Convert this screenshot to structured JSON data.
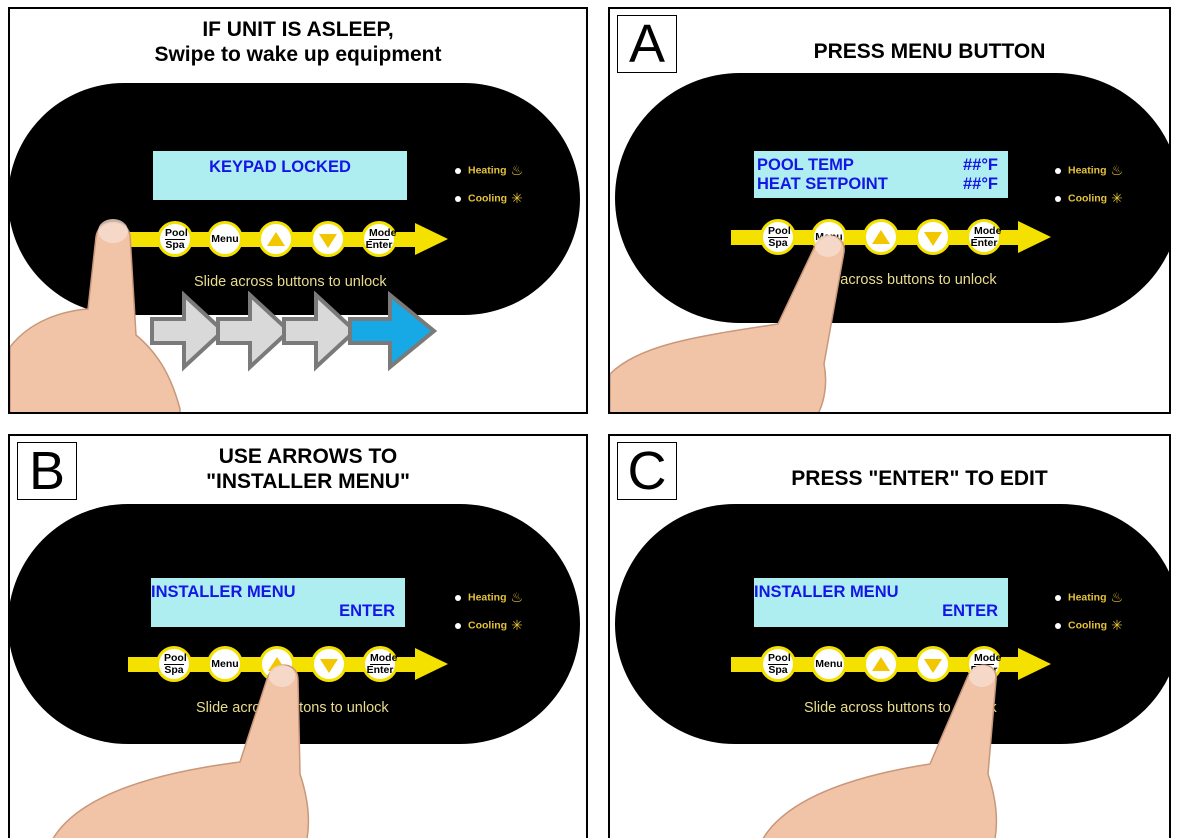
{
  "panels": [
    {
      "title": "IF UNIT IS ASLEEP,\nSwipe to wake up equipment",
      "step": "",
      "lcd": [
        [
          "KEYPAD LOCKED",
          ""
        ]
      ]
    },
    {
      "title": "PRESS MENU BUTTON",
      "step": "A",
      "lcd": [
        [
          "POOL TEMP",
          "##°F"
        ],
        [
          "HEAT SETPOINT",
          "##°F"
        ]
      ]
    },
    {
      "title": "USE ARROWS TO\n\"INSTALLER MENU\"",
      "step": "B",
      "lcd": [
        [
          "INSTALLER MENU",
          ""
        ],
        [
          "",
          "ENTER"
        ]
      ]
    },
    {
      "title": "PRESS \"ENTER\" TO EDIT",
      "step": "C",
      "lcd": [
        [
          "INSTALLER MENU",
          ""
        ],
        [
          "",
          "ENTER"
        ]
      ]
    }
  ],
  "keypad": {
    "buttons": [
      {
        "id": "pool-spa",
        "top": "Pool",
        "bottom": "Spa"
      },
      {
        "id": "menu",
        "label": "Menu"
      },
      {
        "id": "up",
        "icon": "up-triangle-icon"
      },
      {
        "id": "down",
        "icon": "down-triangle-icon"
      },
      {
        "id": "mode-enter",
        "top": "Mode",
        "bottom": "Enter"
      }
    ],
    "indicators": [
      {
        "label": "Heating",
        "icon": "heating-icon",
        "glyph": "♨"
      },
      {
        "label": "Cooling",
        "icon": "snowflake-icon",
        "glyph": "✳"
      }
    ],
    "slide_text": "Slide across buttons to unlock"
  },
  "colors": {
    "keypad_body": "#000000",
    "lcd_background": "#aeeef0",
    "lcd_text": "#1515e6",
    "track": "#f4e100",
    "indicator_text": "#e3c23a",
    "swipe_arrow_gray": "#d9d9d9",
    "swipe_arrow_active": "#17a9e6",
    "skin": "#f1c4a8"
  }
}
